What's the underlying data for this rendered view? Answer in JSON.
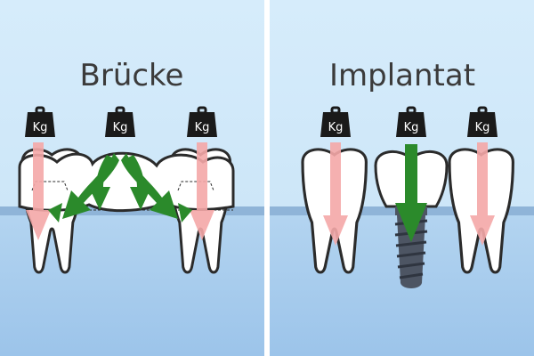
{
  "panels": [
    {
      "title": "Brücke",
      "weights": [
        "Kg",
        "Kg",
        "Kg"
      ]
    },
    {
      "title": "Implantat",
      "weights": [
        "Kg",
        "Kg",
        "Kg"
      ]
    }
  ],
  "colors": {
    "sky": "#cfe7f8",
    "gum_line": "#8fb4d8",
    "bone": "#a9ccec",
    "tooth_fill": "#ffffff",
    "outline": "#2b2b2b",
    "force_arrow": "#f5a8a8",
    "load_arrow": "#2b8a2b",
    "implant": "#4d5563",
    "weight": "#1a1a1a",
    "divider": "#ffffff"
  },
  "icons": [
    "weight-icon",
    "tooth-icon",
    "implant-screw-icon",
    "arrow-down-icon"
  ]
}
